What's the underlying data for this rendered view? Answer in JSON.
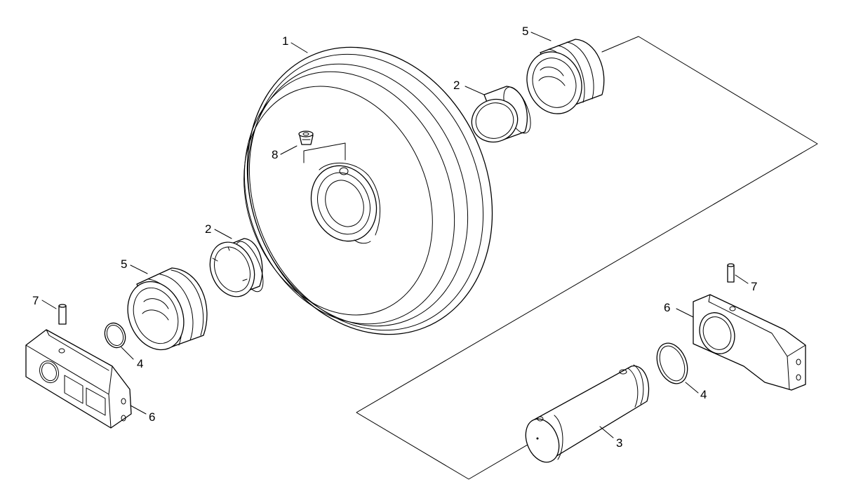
{
  "diagram": {
    "callouts": [
      {
        "id": "wheel",
        "label": "1"
      },
      {
        "id": "bushing-upper",
        "label": "2"
      },
      {
        "id": "bushing-lower",
        "label": "2"
      },
      {
        "id": "shaft",
        "label": "3"
      },
      {
        "id": "oring-left",
        "label": "4"
      },
      {
        "id": "oring-right",
        "label": "4"
      },
      {
        "id": "seal-upper",
        "label": "5"
      },
      {
        "id": "seal-lower",
        "label": "5"
      },
      {
        "id": "bracket-left",
        "label": "6"
      },
      {
        "id": "bracket-right",
        "label": "6"
      },
      {
        "id": "pin-left",
        "label": "7"
      },
      {
        "id": "pin-right",
        "label": "7"
      },
      {
        "id": "plug",
        "label": "8"
      }
    ]
  }
}
